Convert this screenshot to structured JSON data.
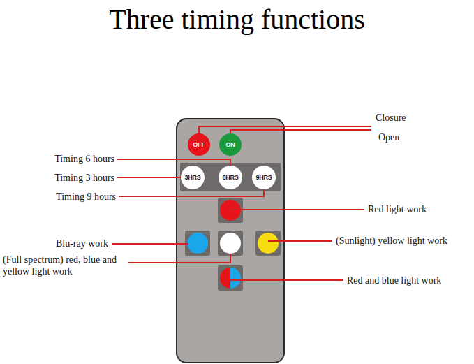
{
  "diagram": {
    "title": "Three timing functions",
    "nodes": [
      {
        "text": [
          "OFF"
        ]
      },
      {
        "text": [
          "ON"
        ]
      },
      {
        "text": [
          "3HRS"
        ]
      },
      {
        "text": [
          "6HRS"
        ]
      },
      {
        "text": [
          "9HRS"
        ]
      }
    ],
    "labels": [
      "Closure",
      "Open",
      "Timing 6 hours",
      "Timing 3 hours",
      "Timing 9 hours",
      "Red light work",
      "Blu-ray work",
      "(Sunlight) yellow light work",
      "(Full spectrum) red, blue and yellow light work",
      "Red and blue light work"
    ]
  }
}
